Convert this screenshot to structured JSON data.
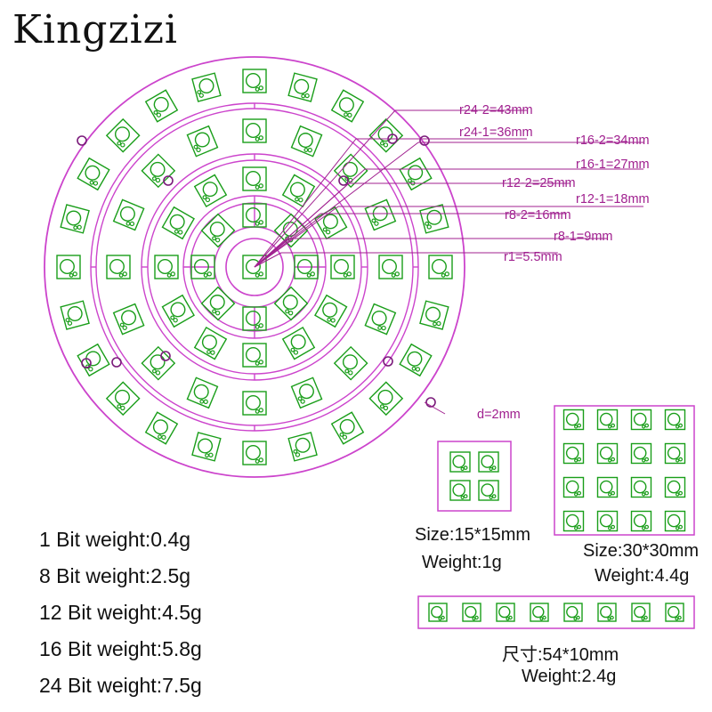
{
  "brand": "Kingzizi",
  "colors": {
    "board_outline": "#cc44cc",
    "led_pad": "#1a9e1a",
    "annotation": "#a0208f",
    "hole": "#7a1a7a",
    "text": "#111111"
  },
  "icons": {
    "led": "led-pad-icon",
    "hole": "mounting-hole-icon"
  },
  "rings": [
    {
      "name": "r1",
      "count": 1
    },
    {
      "name": "r8",
      "count": 8
    },
    {
      "name": "r12",
      "count": 12
    },
    {
      "name": "r16",
      "count": 16
    },
    {
      "name": "r24",
      "count": 24
    }
  ],
  "dimension_labels": [
    "r24-2=43mm",
    "r24-1=36mm",
    "r16-2=34mm",
    "r16-1=27mm",
    "r12-2=25mm",
    "r12-1=18mm",
    "r8-2=16mm",
    "r8-1=9mm",
    "r1=5.5mm"
  ],
  "hole_label": "d=2mm",
  "weights": [
    "1 Bit weight:0.4g",
    "8 Bit weight:2.5g",
    "12 Bit weight:4.5g",
    "16 Bit weight:5.8g",
    "24 Bit weight:7.5g"
  ],
  "boards": {
    "square_2x2": {
      "leds": 4,
      "size": "Size:15*15mm",
      "weight": "Weight:1g"
    },
    "square_4x4": {
      "leds": 16,
      "size": "Size:30*30mm",
      "weight": "Weight:4.4g"
    },
    "strip_8": {
      "leds": 8,
      "size": "尺寸:54*10mm",
      "weight": "Weight:2.4g"
    }
  }
}
